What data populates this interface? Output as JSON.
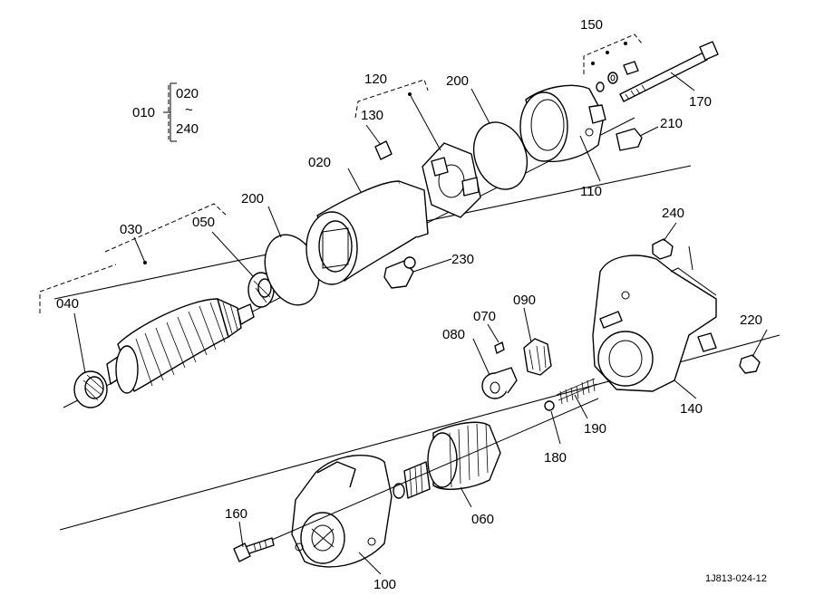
{
  "labels": {
    "p010": "010",
    "p020a": "020",
    "tilde": "~",
    "p240a": "240",
    "p020": "020",
    "p030": "030",
    "p040": "040",
    "p050": "050",
    "p060": "060",
    "p070": "070",
    "p080": "080",
    "p090": "090",
    "p100": "100",
    "p110": "110",
    "p120": "120",
    "p130": "130",
    "p140": "140",
    "p150": "150",
    "p160": "160",
    "p170": "170",
    "p180": "180",
    "p190": "190",
    "p200a": "200",
    "p200b": "200",
    "p210": "210",
    "p220": "220",
    "p230": "230",
    "p240": "240"
  },
  "reference_code": "1J813-024-12"
}
